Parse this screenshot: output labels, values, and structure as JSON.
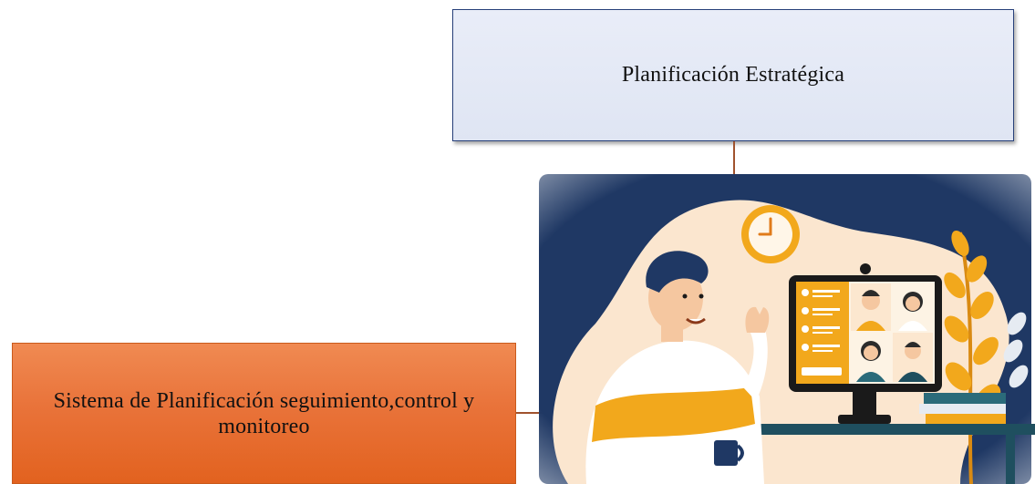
{
  "nodes": {
    "top": {
      "label": "Planificación Estratégica"
    },
    "left": {
      "label": "Sistema de Planificación seguimiento,control y monitoreo"
    }
  },
  "colors": {
    "top_fill": "#e4e9f6",
    "top_border": "#27407a",
    "left_fill": "#e9733a",
    "connector": "#a0522d",
    "illustration_bg": "#1f3864",
    "accent": "#f2a81c"
  },
  "illustration": {
    "subject": "video-conference-illustration"
  }
}
